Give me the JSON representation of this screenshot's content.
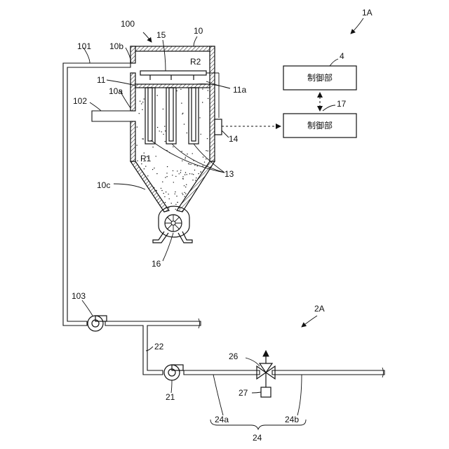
{
  "labels": {
    "system": "1A",
    "apparatus": "100",
    "vessel": "10",
    "inlet_port": "10a",
    "outlet_port": "10b",
    "cone": "10c",
    "partition": "11",
    "openings": "11a",
    "chamber_lower": "R1",
    "chamber_upper": "R2",
    "filters": "13",
    "sensor": "14",
    "cleaner": "15",
    "valve_rotary": "16",
    "outlet_pipe": "101",
    "inlet_pipe": "102",
    "blower": "103",
    "line_system": "2A",
    "pump": "21",
    "branch_pipe": "22",
    "main_line": "24",
    "line_left": "24a",
    "line_right": "24b",
    "three_way_valve": "26",
    "actuator": "27",
    "controller_top_ref": "4",
    "controller_bottom_ref": "17"
  },
  "boxes": {
    "controller_top": "制御部",
    "controller_bottom": "制御部"
  }
}
